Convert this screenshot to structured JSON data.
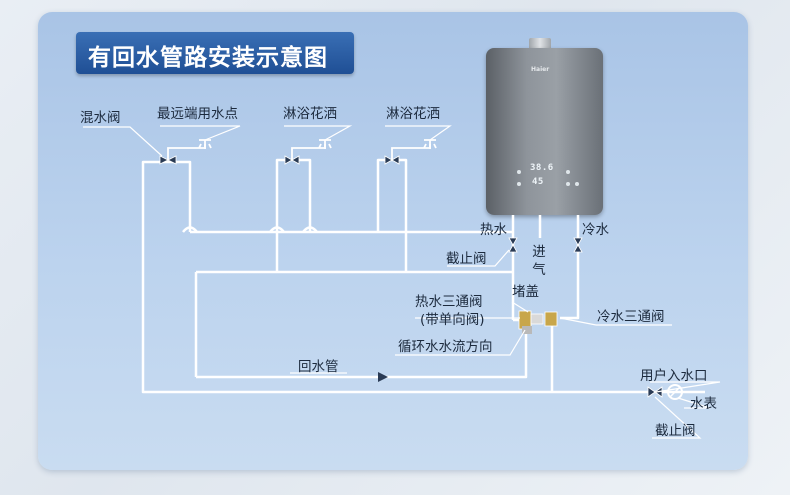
{
  "title": "有回水管路安装示意图",
  "labels": {
    "mixing_valve": "混水阀",
    "farthest_point": "最远端用水点",
    "shower_1": "淋浴花洒",
    "shower_2": "淋浴花洒",
    "hot_water": "热水",
    "cold_water": "冷水",
    "stop_valve_upper": "截止阀",
    "gas_1": "进",
    "gas_2": "气",
    "plug": "堵盖",
    "hot_tee": "热水三通阀",
    "hot_tee_sub": "(带单向阀)",
    "cold_tee": "冷水三通阀",
    "circulation_dir": "循环水水流方向",
    "return_pipe": "回水管",
    "user_inlet": "用户入水口",
    "water_meter": "水表",
    "stop_valve_lower": "截止阀"
  },
  "heater": {
    "brand": "Haier",
    "display_top": "38.6",
    "display_bottom": "45"
  },
  "colors": {
    "pipe": "#ffffff",
    "title_bg": "#2a5ea7",
    "panel": "#b3cbe9"
  }
}
